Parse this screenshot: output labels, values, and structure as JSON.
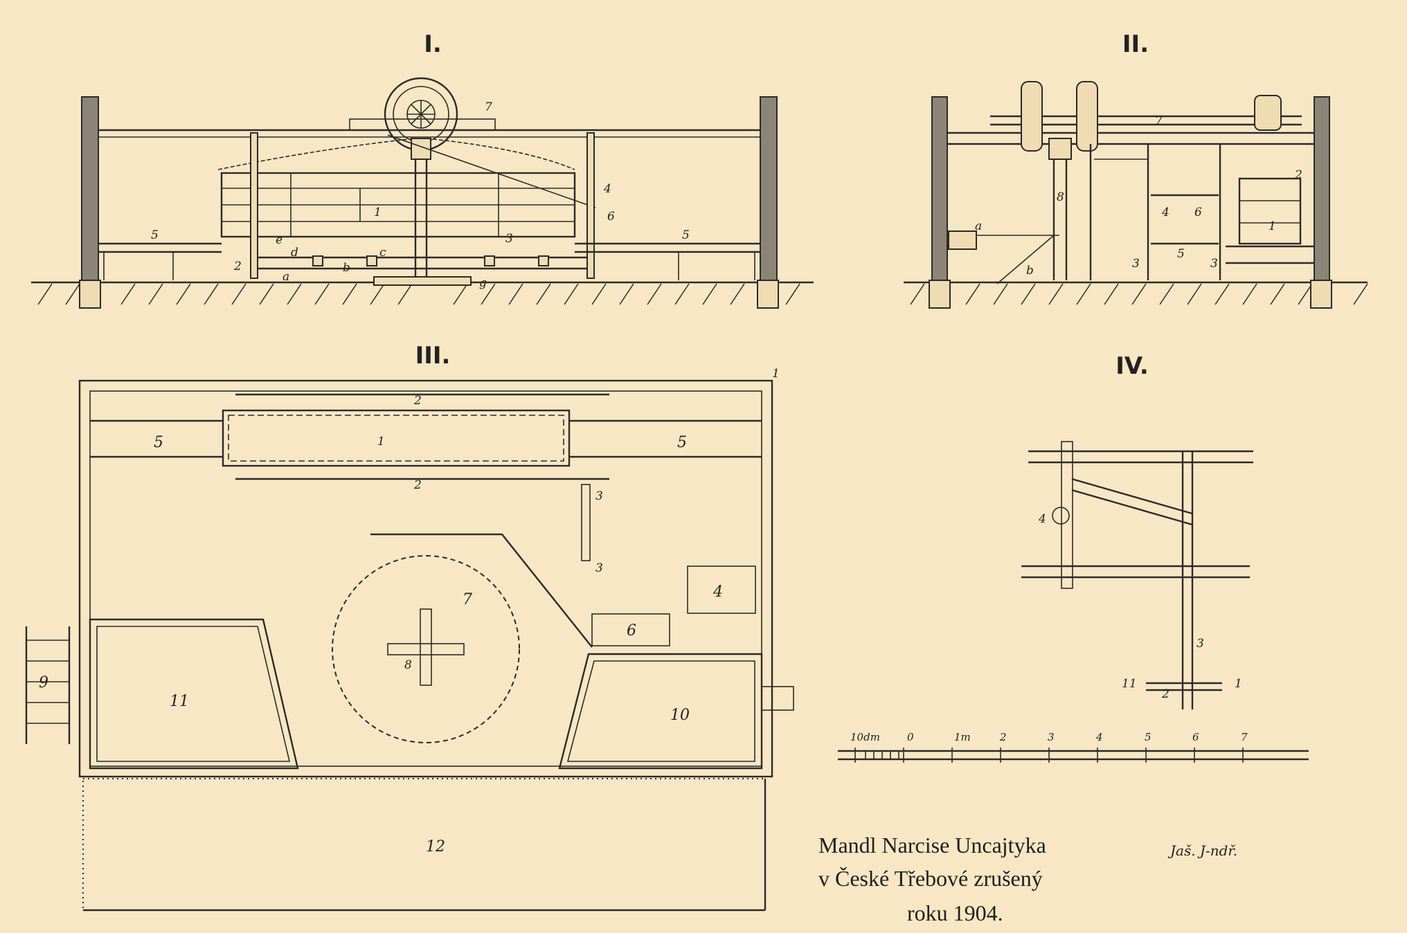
{
  "views": {
    "v1": {
      "numeral": "I.",
      "labels": [
        "1",
        "2",
        "3",
        "4",
        "5",
        "5",
        "6",
        "7",
        "a",
        "b",
        "c",
        "d",
        "e",
        "g"
      ]
    },
    "v2": {
      "numeral": "II.",
      "labels": [
        "1",
        "2",
        "3",
        "3",
        "4",
        "5",
        "6",
        "7",
        "8",
        "a",
        "b"
      ]
    },
    "v3": {
      "numeral": "III.",
      "labels": [
        "1",
        "1",
        "2",
        "2",
        "3",
        "3",
        "4",
        "5",
        "5",
        "6",
        "7",
        "8",
        "9",
        "10",
        "11",
        "12"
      ]
    },
    "v4": {
      "numeral": "IV.",
      "labels": [
        "1",
        "2",
        "3",
        "4",
        "11"
      ]
    }
  },
  "scale_bar": {
    "labels": [
      "10dm",
      "0",
      "1m",
      "2",
      "3",
      "4",
      "5",
      "6",
      "7"
    ]
  },
  "caption": {
    "line1": "Mandl Narcise Uncajtyka",
    "line2": "v České Třebové zrušený",
    "line3": "roku 1904."
  },
  "signature": "Jaš. J-ndř."
}
